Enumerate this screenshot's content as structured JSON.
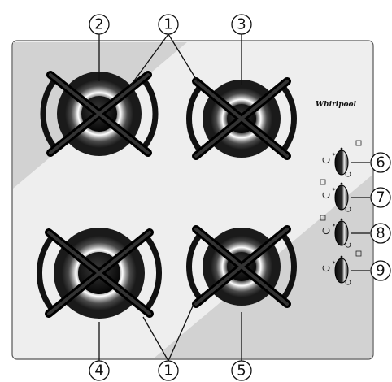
{
  "brand": "Whirlpool",
  "callouts": {
    "burner_pointer_top": "1",
    "burner_top_left": "2",
    "burner_top_right": "3",
    "burner_bottom_left": "4",
    "burner_pointer_bottom": "1",
    "burner_bottom_right": "5",
    "knob_1": "6",
    "knob_2": "7",
    "knob_3": "8",
    "knob_4": "9"
  },
  "colors": {
    "panel_light": "#eeeeee",
    "panel_dark": "#d2d2d2",
    "outline": "#555555",
    "ink": "#111111"
  }
}
